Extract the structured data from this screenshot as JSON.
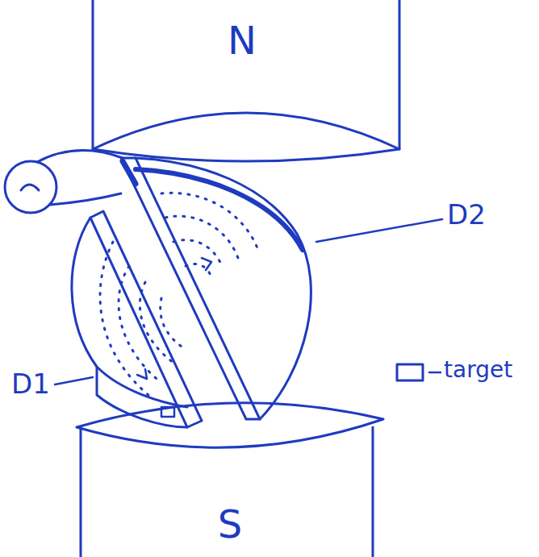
{
  "diagram": {
    "nodes": [
      {
        "text": [
          "N"
        ]
      },
      {
        "text": [
          "S"
        ]
      }
    ],
    "labels": [
      "D2",
      "D1",
      "target"
    ]
  }
}
